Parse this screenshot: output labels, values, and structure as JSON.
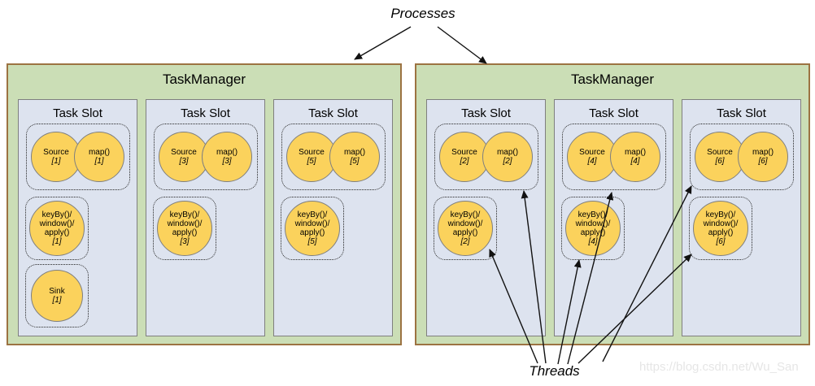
{
  "annotations": {
    "processes": "Processes",
    "threads": "Threads"
  },
  "watermark": "https://blog.csdn.net/Wu_San",
  "colors": {
    "tm-fill": "#cbdeb6",
    "tm-border": "#9c7342",
    "slot-fill": "#dde3ef",
    "slot-border": "#7f7f7f",
    "circle-fill": "#fbd25c",
    "circle-border": "#7f7f7f",
    "dot-border": "#262626",
    "arrow": "#111111",
    "watermark": "#e6e6e6"
  },
  "taskmanagers": [
    {
      "title": "TaskManager",
      "slots": [
        {
          "title": "Task Slot",
          "tasks": [
            {
              "kind": "source-map",
              "circles": [
                {
                  "lines": [
                    "Source"
                  ],
                  "index": "[1]"
                },
                {
                  "lines": [
                    "map()"
                  ],
                  "index": "[1]"
                }
              ]
            },
            {
              "kind": "keyby-window-apply",
              "circles": [
                {
                  "lines": [
                    "keyBy()/",
                    "window()/",
                    "apply()"
                  ],
                  "index": "[1]"
                }
              ]
            },
            {
              "kind": "sink",
              "circles": [
                {
                  "lines": [
                    "Sink"
                  ],
                  "index": "[1]"
                }
              ]
            }
          ]
        },
        {
          "title": "Task Slot",
          "tasks": [
            {
              "kind": "source-map",
              "circles": [
                {
                  "lines": [
                    "Source"
                  ],
                  "index": "[3]"
                },
                {
                  "lines": [
                    "map()"
                  ],
                  "index": "[3]"
                }
              ]
            },
            {
              "kind": "keyby-window-apply",
              "circles": [
                {
                  "lines": [
                    "keyBy()/",
                    "window()/",
                    "apply()"
                  ],
                  "index": "[3]"
                }
              ]
            }
          ]
        },
        {
          "title": "Task Slot",
          "tasks": [
            {
              "kind": "source-map",
              "circles": [
                {
                  "lines": [
                    "Source"
                  ],
                  "index": "[5]"
                },
                {
                  "lines": [
                    "map()"
                  ],
                  "index": "[5]"
                }
              ]
            },
            {
              "kind": "keyby-window-apply",
              "circles": [
                {
                  "lines": [
                    "keyBy()/",
                    "window()/",
                    "apply()"
                  ],
                  "index": "[5]"
                }
              ]
            }
          ]
        }
      ]
    },
    {
      "title": "TaskManager",
      "slots": [
        {
          "title": "Task Slot",
          "tasks": [
            {
              "kind": "source-map",
              "circles": [
                {
                  "lines": [
                    "Source"
                  ],
                  "index": "[2]"
                },
                {
                  "lines": [
                    "map()"
                  ],
                  "index": "[2]"
                }
              ]
            },
            {
              "kind": "keyby-window-apply",
              "circles": [
                {
                  "lines": [
                    "keyBy()/",
                    "window()/",
                    "apply()"
                  ],
                  "index": "[2]"
                }
              ]
            }
          ]
        },
        {
          "title": "Task Slot",
          "tasks": [
            {
              "kind": "source-map",
              "circles": [
                {
                  "lines": [
                    "Source"
                  ],
                  "index": "[4]"
                },
                {
                  "lines": [
                    "map()"
                  ],
                  "index": "[4]"
                }
              ]
            },
            {
              "kind": "keyby-window-apply",
              "circles": [
                {
                  "lines": [
                    "keyBy()/",
                    "window()/",
                    "apply()"
                  ],
                  "index": "[4]"
                }
              ]
            }
          ]
        },
        {
          "title": "Task Slot",
          "tasks": [
            {
              "kind": "source-map",
              "circles": [
                {
                  "lines": [
                    "Source"
                  ],
                  "index": "[6]"
                },
                {
                  "lines": [
                    "map()"
                  ],
                  "index": "[6]"
                }
              ]
            },
            {
              "kind": "keyby-window-apply",
              "circles": [
                {
                  "lines": [
                    "keyBy()/",
                    "window()/",
                    "apply()"
                  ],
                  "index": "[6]"
                }
              ]
            }
          ]
        }
      ]
    }
  ]
}
